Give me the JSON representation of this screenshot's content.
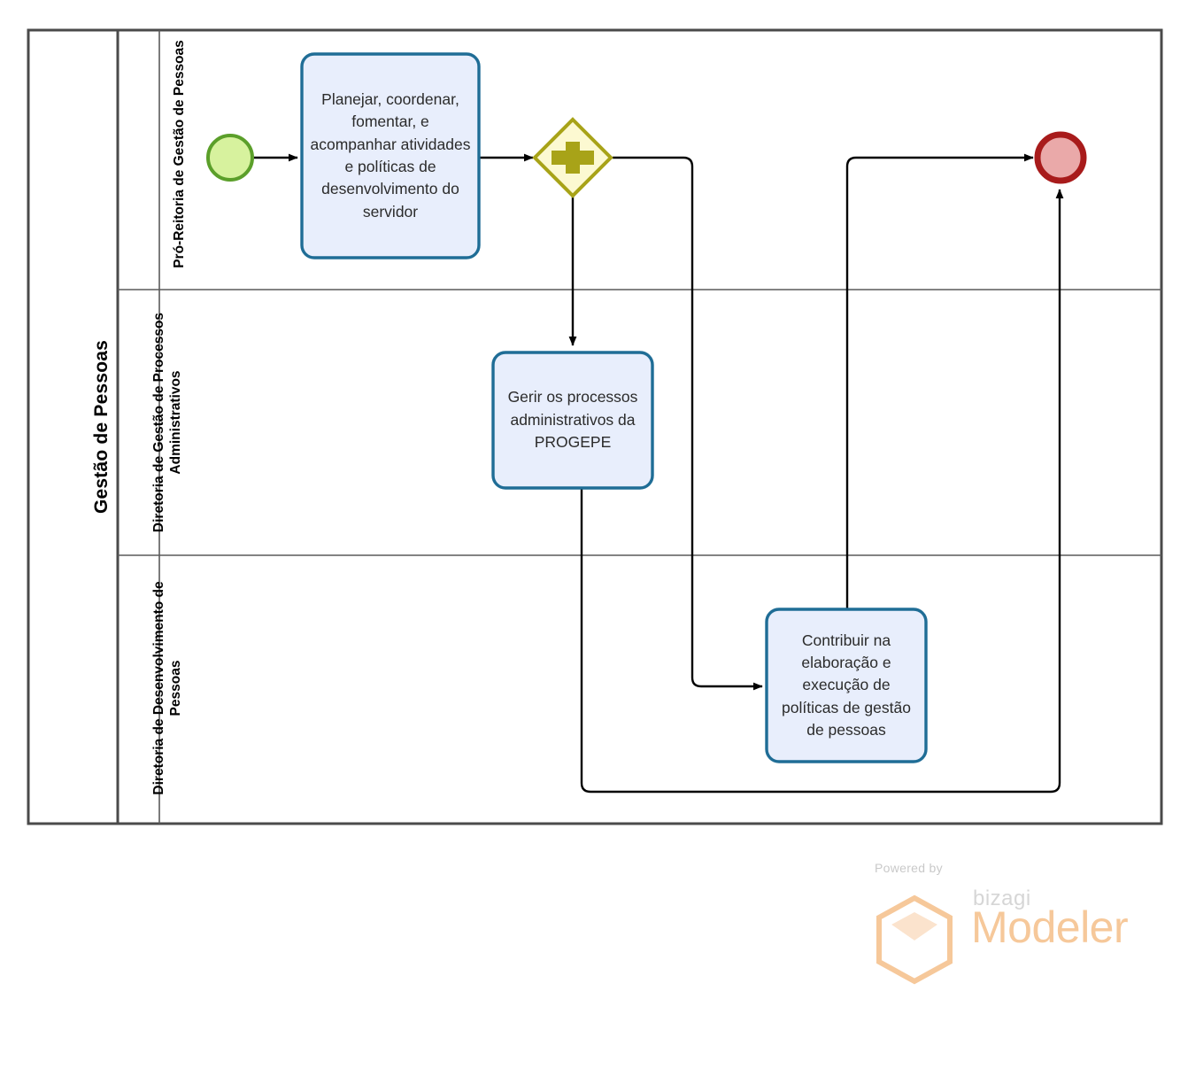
{
  "diagram": {
    "type": "bpmn-process-diagram",
    "pool": {
      "label": "Gestão de Pessoas",
      "lanes": [
        {
          "id": "lane-pro-reitoria",
          "label": "Pró-Reitoria de Gestão de Pessoas"
        },
        {
          "id": "lane-diretoria-processos",
          "label": "Diretoria de Gestão de Processos Administrativos"
        },
        {
          "id": "lane-diretoria-desenvolvimento",
          "label": "Diretoria de Desenvolvimento de Pessoas"
        }
      ]
    },
    "nodes": [
      {
        "id": "start-event",
        "kind": "start-event",
        "label": "",
        "lane": "lane-pro-reitoria",
        "fill": "#d7f29e",
        "stroke": "#5b9f2a"
      },
      {
        "id": "task-planejar",
        "kind": "task",
        "label": "Planejar, coordenar, fomentar, e acompanhar atividades e políticas de desenvolvimento do servidor",
        "lane": "lane-pro-reitoria",
        "fill": "#e8eefc",
        "stroke": "#1f6d96"
      },
      {
        "id": "gateway-parallel",
        "kind": "parallel-gateway",
        "label": "",
        "lane": "lane-pro-reitoria",
        "fill": "#fcf9d1",
        "stroke": "#a8a318"
      },
      {
        "id": "task-gerir",
        "kind": "task",
        "label": "Gerir os processos administrativos da PROGEPE",
        "lane": "lane-diretoria-processos",
        "fill": "#e8eefc",
        "stroke": "#1f6d96"
      },
      {
        "id": "task-contribuir",
        "kind": "task",
        "label": "Contribuir na elaboração e execução de políticas de gestão de pessoas",
        "lane": "lane-diretoria-desenvolvimento",
        "fill": "#e8eefc",
        "stroke": "#1f6d96"
      },
      {
        "id": "end-event",
        "kind": "end-event",
        "label": "",
        "lane": "lane-pro-reitoria",
        "fill": "#eaa9a9",
        "stroke": "#a81b1b"
      }
    ],
    "flows": [
      {
        "id": "flow-start-planejar",
        "from": "start-event",
        "to": "task-planejar",
        "label": ""
      },
      {
        "id": "flow-planejar-gateway",
        "from": "task-planejar",
        "to": "gateway-parallel",
        "label": ""
      },
      {
        "id": "flow-gateway-gerir",
        "from": "gateway-parallel",
        "to": "task-gerir",
        "label": ""
      },
      {
        "id": "flow-gateway-contribuir",
        "from": "gateway-parallel",
        "to": "task-contribuir",
        "label": ""
      },
      {
        "id": "flow-contribuir-end",
        "from": "task-contribuir",
        "to": "end-event",
        "label": ""
      },
      {
        "id": "flow-gerir-end",
        "from": "task-gerir",
        "to": "end-event",
        "label": ""
      }
    ]
  },
  "watermark": {
    "powered_by": "Powered by",
    "brand": "bizagi",
    "product": "Modeler",
    "accent_color": "#f6c89a"
  }
}
